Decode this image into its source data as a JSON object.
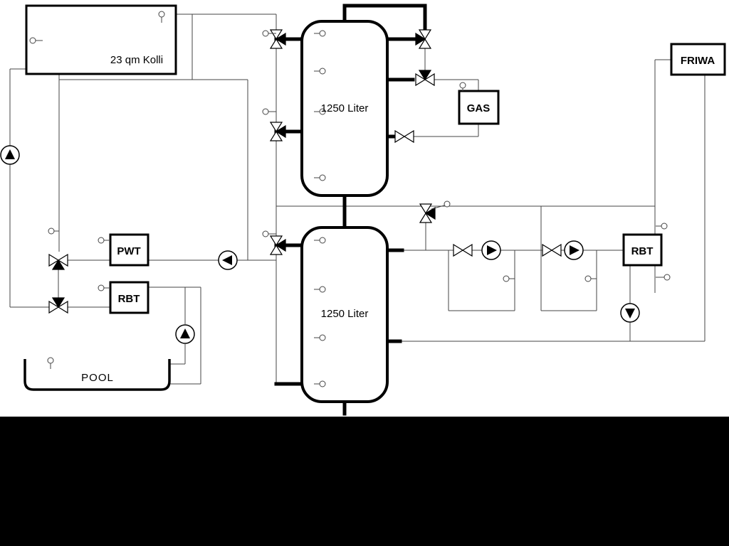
{
  "labels": {
    "collector": "23 qm Kolli",
    "tank_upper": "1250 Liter",
    "tank_lower": "1250 Liter",
    "pwt": "PWT",
    "rbt_left": "RBT",
    "rbt_right": "RBT",
    "gas": "GAS",
    "friwa": "FRIWA",
    "pool": "POOL"
  },
  "colors": {
    "background": "#ffffff",
    "letterbox": "#000000",
    "pipe_line": "#444444",
    "component_stroke": "#000000"
  }
}
